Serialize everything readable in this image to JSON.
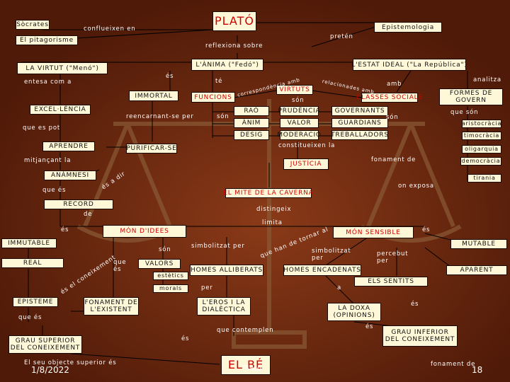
{
  "nodes": {
    "socrates": "Sòcrates",
    "plato": "PLATÓ",
    "epistemologia": "Epistemologia",
    "pitagorisme": "El pitagorisme",
    "virtut_meno": "LA VIRTUT (\"Menó\")",
    "anima_fedo": "L'ÀNIMA (\"Fedó\")",
    "estat_ideal": "L'ESTAT IDEAL (\"La República\")",
    "immortal": "IMMORTAL",
    "funcions": "FUNCIONS",
    "virtuts": "VIRTUTS",
    "classes_socials": "CLASSES SOCIALS",
    "formes_govern": "FORMES DE GOVERN",
    "excelencia": "EXCEL·LÈNCIA",
    "rao": "RAÓ",
    "prudencia": "PRUDÈNCIA",
    "governants": "GOVERNANTS",
    "anim": "ÀNIM",
    "valor": "VALOR",
    "guardians": "GUARDIANS",
    "aristocracia": "aristocràcia",
    "desig": "DESIG",
    "moderacio": "MODERACIÓ",
    "treballadors": "TREBALLADORS",
    "timocracia": "timocràcia",
    "aprendre": "APRENDRE",
    "purificar_se": "PURIFICAR-SE",
    "oligarquia": "oligarquia",
    "justicia": "JUSTÍCIA",
    "democracia": "democràcia",
    "anamnesi": "ANÀMNESI",
    "tirania": "tirania",
    "mite_caverna": "EL MITE DE LA CAVERNA",
    "record": "RECORD",
    "mon_idees": "MÓN D'IDEES",
    "mon_sensible": "MÓN SENSIBLE",
    "immutable": "IMMUTABLE",
    "mutable": "MUTABLE",
    "real": "REAL",
    "valors": "VALORS",
    "estetics": "estètics",
    "morals": "morals",
    "homes_alliberats": "HOMES ALLIBERATS",
    "homes_encadenats": "HOMES ENCADENATS",
    "aparent": "APARENT",
    "sentits": "ELS SENTITS",
    "episteme": "EPISTEME",
    "fonament_existent": "FONAMENT DE L'EXISTENT",
    "eros_dialectica": "L'EROS I LA DIALÈCTICA",
    "doxa": "LA DOXA (OPINIONS)",
    "grau_superior": "GRAU SUPERIOR DEL CONEIXEMENT",
    "grau_inferior": "GRAU INFERIOR DEL CONEIXEMENT",
    "el_be": "EL BÉ"
  },
  "labels": {
    "confluexen": "conflueixen en",
    "preten": "pretén",
    "reflexiona": "reflexiona sobre",
    "es_1": "és",
    "te": "té",
    "analitza": "analitza",
    "entesa": "entesa com a",
    "correspondencia": "correspondència amb",
    "relacionades": "relacionades amb",
    "amb": "amb",
    "son_1": "són",
    "son_2": "són",
    "son_3": "són",
    "que_son": "que són",
    "reencarnanse": "reencarnant-se per",
    "que_es_pot": "que es pot",
    "constitueixen": "constitueixen la",
    "mitjancant": "mitjançant la",
    "fonament_de_1": "fonament de",
    "es_a_dir": "és a dir",
    "que_es_1": "que és",
    "on_exposa": "on exposa",
    "distingeix": "distingeix",
    "de": "de",
    "es_2": "és",
    "es_3": "és",
    "limita": "limita",
    "que_han_de_tornar": "que han de tornar al",
    "son_4": "són",
    "simbolitzat_1": "simbolitzat per",
    "simbolitzat_2": "simbolitzat per",
    "percebut": "percebut per",
    "que_es_2": "que és",
    "es_el_coneixement": "és el coneixement",
    "per": "per",
    "a": "a",
    "es_4": "és",
    "que_es_3": "que és",
    "que_contemplen": "que contemplen",
    "es_5": "és",
    "es_6": "és",
    "es_objecte": "El seu objecte superior és",
    "fonament_de_2": "fonament de"
  },
  "footer": {
    "date": "1/8/2022",
    "center": "Plató",
    "page": "18"
  }
}
